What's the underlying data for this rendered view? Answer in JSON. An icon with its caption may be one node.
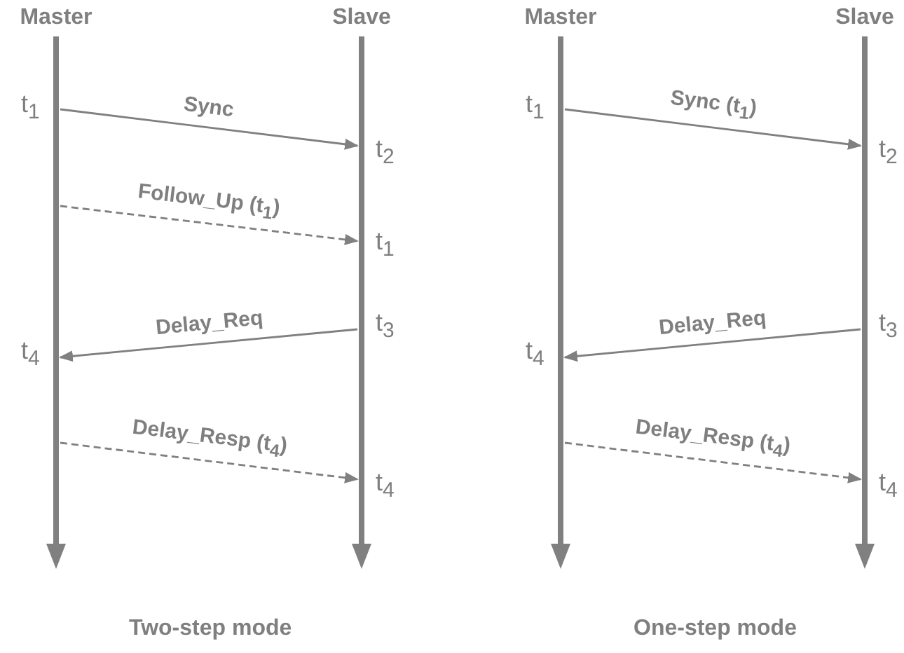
{
  "diagram": {
    "nodes": [
      {
        "text": [
          "Master"
        ]
      },
      {
        "text": [
          "Slave"
        ]
      },
      {
        "text": [
          "Master"
        ]
      },
      {
        "text": [
          "Slave"
        ]
      }
    ],
    "edges": [
      {
        "from": 0,
        "to": 1,
        "arrow": "to",
        "label": "Sync"
      },
      {
        "from": 0,
        "to": 1,
        "arrow": "to",
        "label": "Follow_Up (t$_{1}$)",
        "style": "dashed"
      },
      {
        "from": 1,
        "to": 0,
        "arrow": "to",
        "label": "Delay_Req"
      },
      {
        "from": 0,
        "to": 1,
        "arrow": "to",
        "label": "Delay_Resp (t$_{4}$)",
        "style": "dashed"
      },
      {
        "from": 2,
        "to": 3,
        "arrow": "to",
        "label": "Sync (t$_{1}$)"
      },
      {
        "from": 3,
        "to": 2,
        "arrow": "to",
        "label": "Delay_Req"
      },
      {
        "from": 2,
        "to": 3,
        "arrow": "to",
        "label": "Delay_Resp (t$_{4}$)",
        "style": "dashed"
      }
    ],
    "labels": [
      "t$_{1}$",
      "t$_{2}$",
      "t$_{1}$",
      "t$_{3}$",
      "t$_{4}$",
      "t$_{4}$",
      "t$_{1}$",
      "t$_{2}$",
      "t$_{3}$",
      "t$_{4}$",
      "t$_{4}$",
      "Two-step mode",
      "One-step mode"
    ]
  }
}
